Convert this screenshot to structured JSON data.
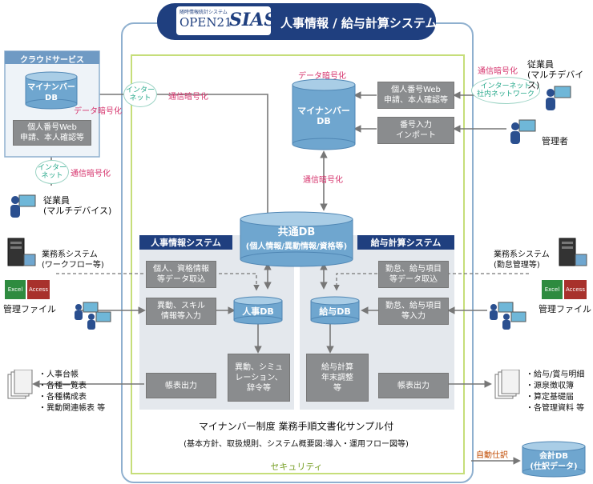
{
  "title": {
    "brand_small": "随時情報統計システム",
    "brand": "OPEN21",
    "logo": "SIAS",
    "main": "人事情報 / 給与計算システム"
  },
  "cloud": {
    "title": "クラウドサービス",
    "db": "マイナンバー\nDB",
    "web_box": "個人番号Web\n申請、本人確認等",
    "internet1": "インター\nネット",
    "internet2": "インター\nネット",
    "enc_data": "データ暗号化",
    "enc_comm": "通信暗号化",
    "enc_comm2": "通信暗号化",
    "employee": "従業員\n(マルチデバイス)"
  },
  "top": {
    "enc_data": "データ暗号化",
    "mynumber_db": "マイナンバー\nDB",
    "web_box": "個人番号Web\n申請、本人確認等",
    "import_box": "番号入力\nインポート",
    "enc_comm_down": "通信暗号化",
    "enc_comm_left": "通信暗号化",
    "enc_comm_right": "通信暗号化",
    "net_bubble": "インターネット\n社内ネットワーク",
    "employee": "従業員\n(マルチデバイス)",
    "manager": "管理者"
  },
  "common_db": {
    "label": "共通DB",
    "sub": "(個人情報/異動情報/資格等)"
  },
  "hr": {
    "header": "人事情報システム",
    "box1": "個人、資格情報\n等データ取込",
    "box2": "異動、スキル\n情報等入力",
    "db": "人事DB",
    "box3": "異動、シミュ\nレーション、\n辞令等",
    "box4": "帳表出力"
  },
  "payroll": {
    "header": "給与計算システム",
    "box1": "勤怠、給与項目\n等データ取込",
    "box2": "勤怠、給与項目\n等入力",
    "db": "給与DB",
    "box3": "給与計算\n年末調整\n等",
    "box4": "帳表出力"
  },
  "left_side": {
    "system": "業務系システム\n(ワークフロー等)",
    "excel": "Excel",
    "access": "Access",
    "files": "管理ファイル",
    "list": "・人事台帳\n・各種一覧表\n・各種構成表\n・異動関連帳表 等"
  },
  "right_side": {
    "system": "業務系システム\n(勤怠管理等)",
    "excel": "Excel",
    "access": "Access",
    "files": "管理ファイル",
    "list": "・給与/賞与明細\n・源泉徴収簿\n・算定基礎届\n・各管理資料 等"
  },
  "bottom": {
    "line1": "マイナンバー制度 業務手順文書化サンプル付",
    "line2": "(基本方針、取扱規則、システム概要図:導入・運用フロー図等)",
    "security": "セキュリティ",
    "auto": "自動仕訳",
    "accounting_db": "会計DB\n(仕訳データ)"
  },
  "colors": {
    "navy": "#1f3f7f",
    "gray_box": "#8a8c8e",
    "db_blue": "#6fa6cf",
    "green_border": "#b7d56a",
    "pink": "#d6336c",
    "teal": "#25a88a"
  }
}
